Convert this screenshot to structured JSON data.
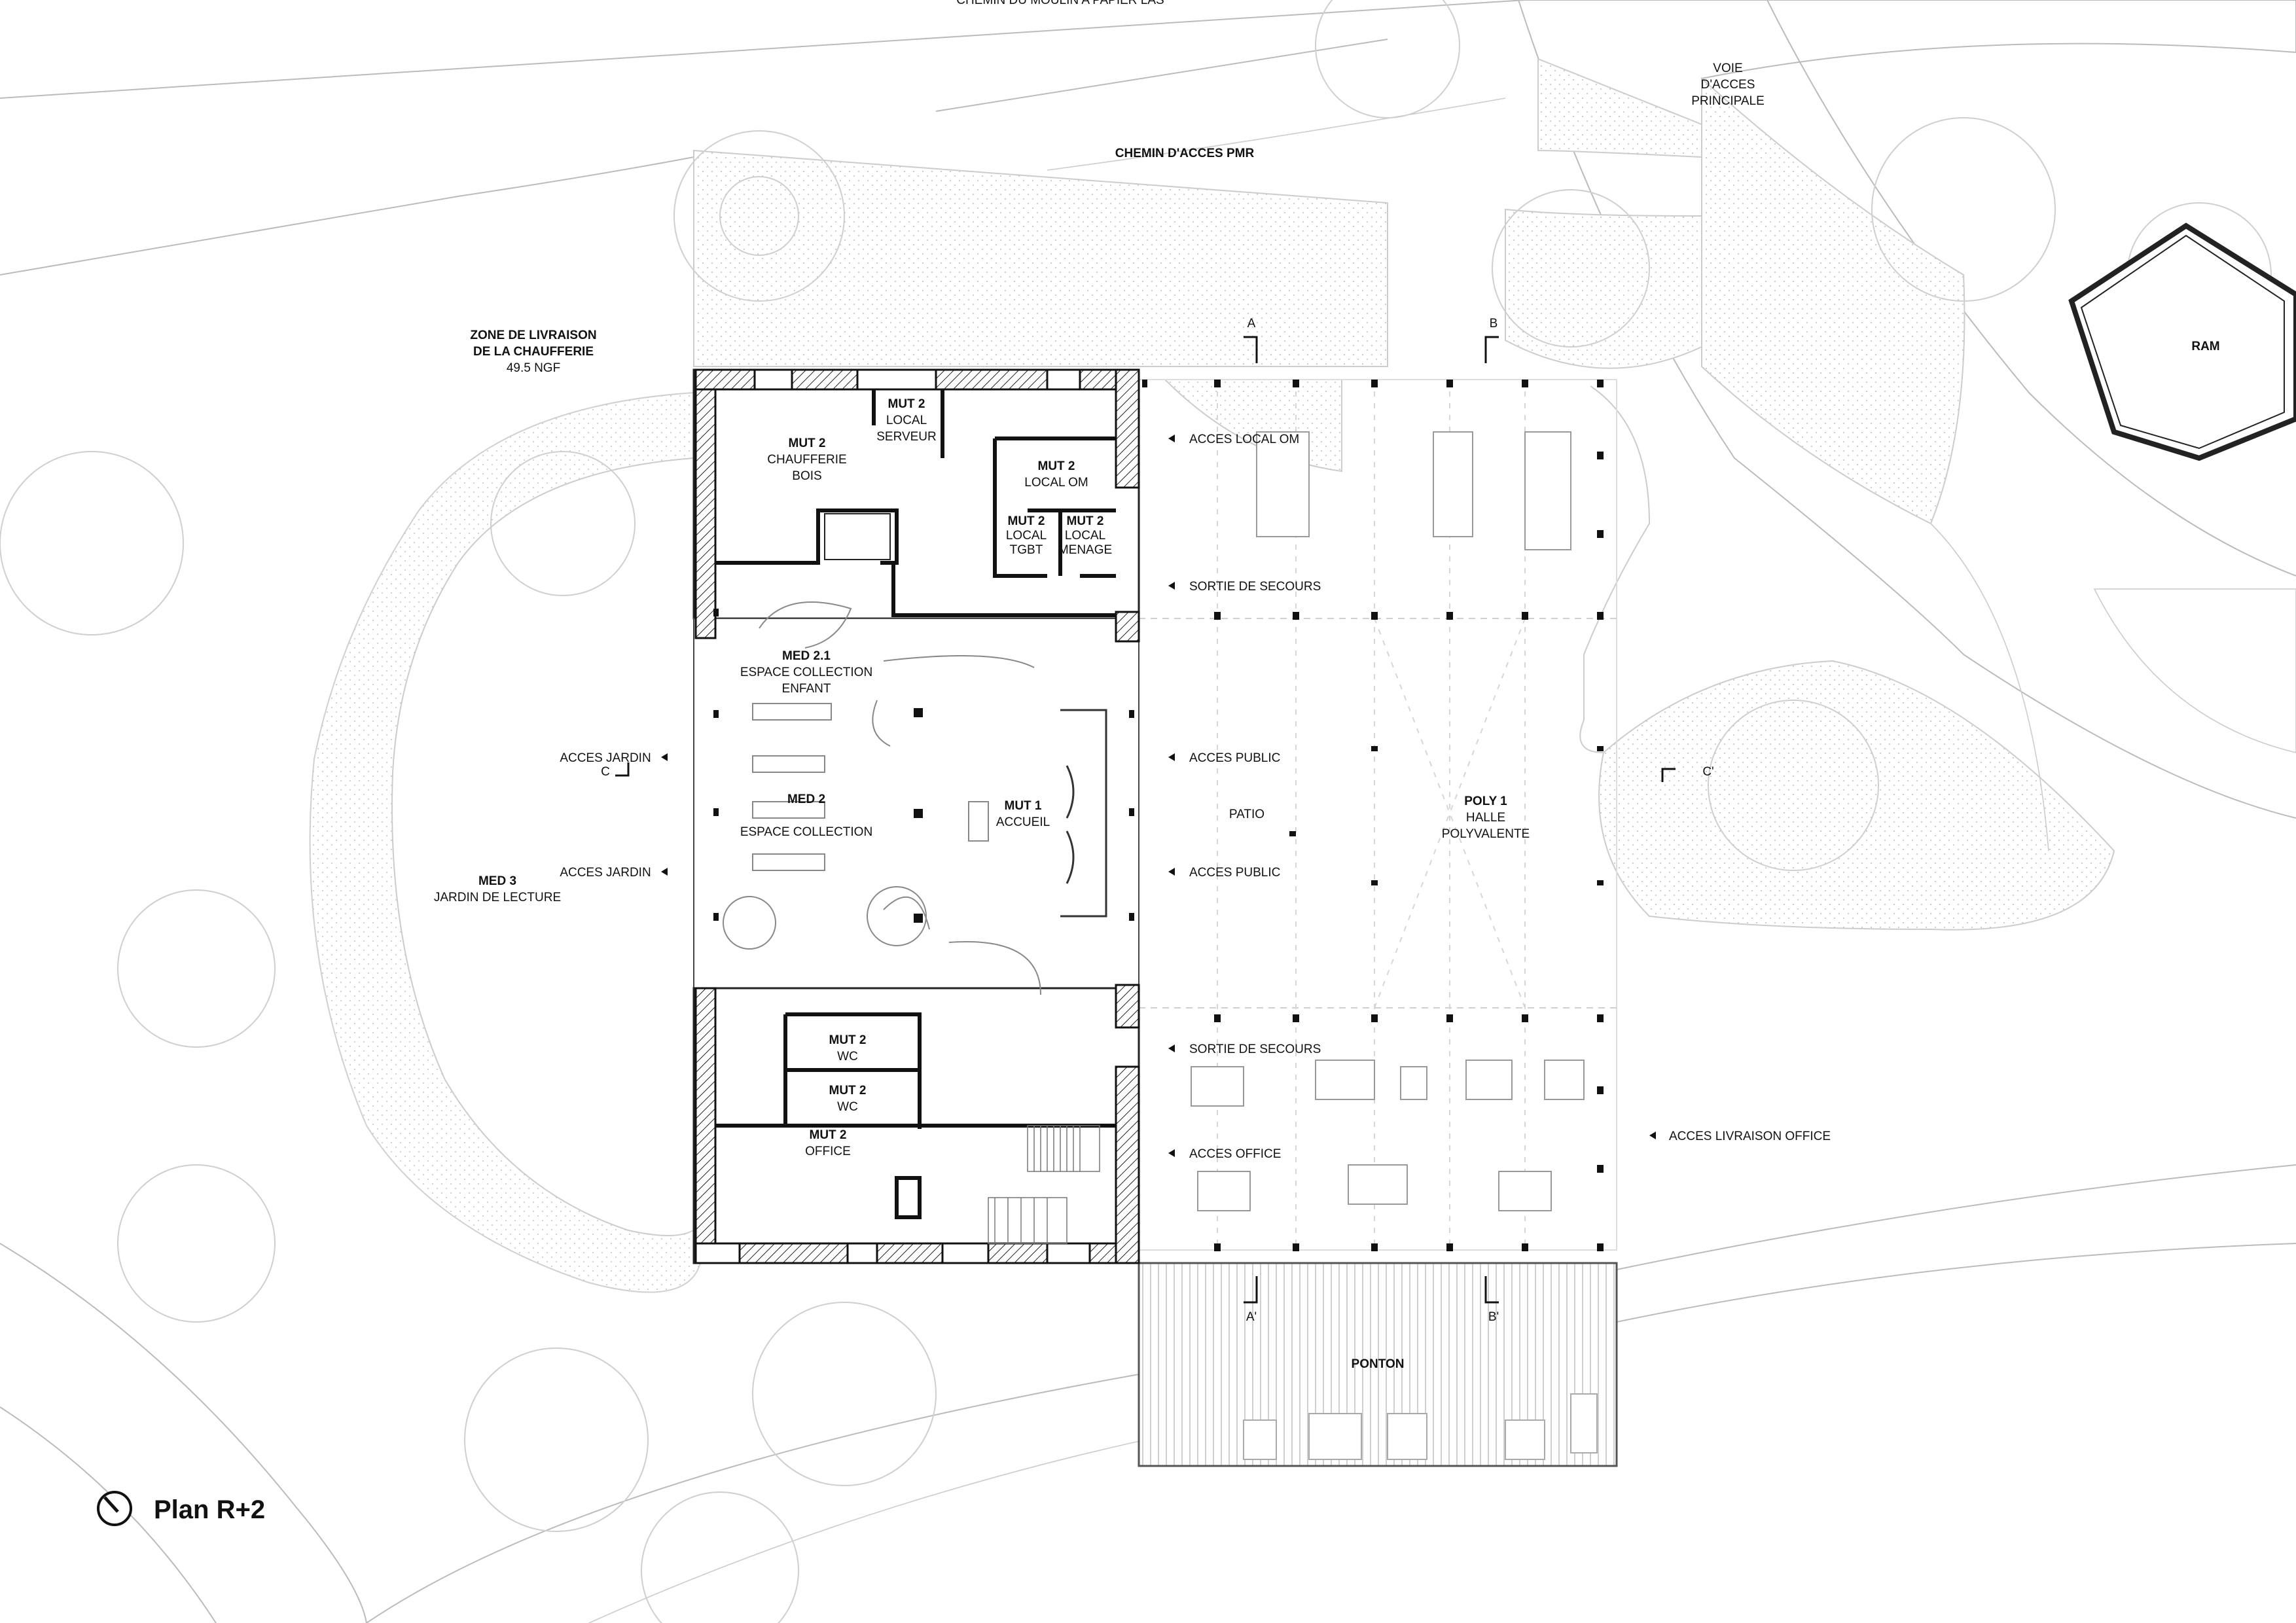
{
  "title": "Plan R+2",
  "north_icon": "north-arrow-icon",
  "top_road": "CHEMIN DU MOULIN A PAPIER LAS",
  "site_labels": {
    "voie_acces": [
      "VOIE",
      "D'ACCES",
      "PRINCIPALE"
    ],
    "chemin_pmr": "CHEMIN D'ACCES PMR",
    "zone_livraison": [
      "ZONE DE LIVRAISON",
      "DE LA CHAUFFERIE",
      "49.5 NGF"
    ],
    "ram": "RAM",
    "patio": "PATIO",
    "poly1": [
      "POLY 1",
      "HALLE",
      "POLYVALENTE"
    ],
    "ponton": "PONTON",
    "med3": [
      "MED 3",
      "JARDIN DE LECTURE"
    ]
  },
  "rooms": {
    "chaufferie": [
      "MUT 2",
      "CHAUFFERIE",
      "BOIS"
    ],
    "serveur": [
      "MUT 2",
      "LOCAL",
      "SERVEUR"
    ],
    "local_om": [
      "MUT 2",
      "LOCAL OM"
    ],
    "tgbt": [
      "MUT 2",
      "LOCAL",
      "TGBT"
    ],
    "menage": [
      "MUT 2",
      "LOCAL",
      "MENAGE"
    ],
    "med21": [
      "MED 2.1",
      "ESPACE COLLECTION",
      "ENFANT"
    ],
    "med2": [
      "MED 2",
      "ESPACE COLLECTION"
    ],
    "mut1": [
      "MUT 1",
      "ACCUEIL"
    ],
    "wc1": [
      "MUT 2",
      "WC"
    ],
    "wc2": [
      "MUT 2",
      "WC"
    ],
    "office": [
      "MUT 2",
      "OFFICE"
    ]
  },
  "access": {
    "local_om": "ACCES LOCAL OM",
    "secours_top": "SORTIE DE SECOURS",
    "public1": "ACCES PUBLIC",
    "public2": "ACCES PUBLIC",
    "secours_bottom": "SORTIE DE SECOURS",
    "office": "ACCES OFFICE",
    "livraison_office": "ACCES LIVRAISON OFFICE",
    "jardin1": "ACCES JARDIN",
    "jardin2": "ACCES JARDIN"
  },
  "sections": {
    "a": "A",
    "a_prime": "A'",
    "b": "B",
    "b_prime": "B'",
    "c": "C",
    "c_prime": "C'"
  }
}
